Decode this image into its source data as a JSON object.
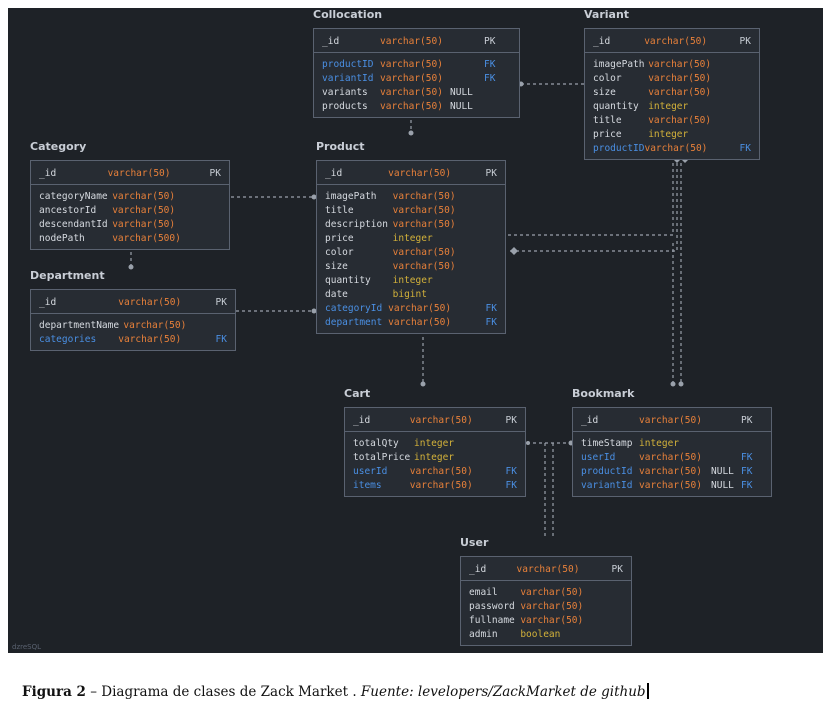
{
  "diagram": {
    "watermark": "dzreSQL",
    "entities": [
      {
        "id": "collocation",
        "name": "Collocation",
        "rows": [
          {
            "name": "_id",
            "type": "varchar(50)",
            "null": "",
            "key": "PK",
            "fk": false,
            "pk": true
          },
          {
            "name": "productID",
            "type": "varchar(50)",
            "null": "",
            "key": "FK",
            "fk": true,
            "pk": false
          },
          {
            "name": "variantId",
            "type": "varchar(50)",
            "null": "",
            "key": "FK",
            "fk": true,
            "pk": false
          },
          {
            "name": "variants",
            "type": "varchar(50)",
            "null": "NULL",
            "key": "",
            "fk": false,
            "pk": false
          },
          {
            "name": "products",
            "type": "varchar(50)",
            "null": "NULL",
            "key": "",
            "fk": false,
            "pk": false
          }
        ]
      },
      {
        "id": "variant",
        "name": "Variant",
        "rows": [
          {
            "name": "_id",
            "type": "varchar(50)",
            "null": "",
            "key": "PK",
            "fk": false,
            "pk": true
          },
          {
            "name": "imagePath",
            "type": "varchar(50)",
            "null": "",
            "key": "",
            "fk": false,
            "pk": false
          },
          {
            "name": "color",
            "type": "varchar(50)",
            "null": "",
            "key": "",
            "fk": false,
            "pk": false
          },
          {
            "name": "size",
            "type": "varchar(50)",
            "null": "",
            "key": "",
            "fk": false,
            "pk": false
          },
          {
            "name": "quantity",
            "type": "integer",
            "null": "",
            "key": "",
            "fk": false,
            "pk": false
          },
          {
            "name": "title",
            "type": "varchar(50)",
            "null": "",
            "key": "",
            "fk": false,
            "pk": false
          },
          {
            "name": "price",
            "type": "integer",
            "null": "",
            "key": "",
            "fk": false,
            "pk": false
          },
          {
            "name": "productID",
            "type": "varchar(50)",
            "null": "",
            "key": "FK",
            "fk": true,
            "pk": false
          }
        ]
      },
      {
        "id": "category",
        "name": "Category",
        "rows": [
          {
            "name": "_id",
            "type": "varchar(50)",
            "null": "",
            "key": "PK",
            "fk": false,
            "pk": true
          },
          {
            "name": "categoryName",
            "type": "varchar(50)",
            "null": "",
            "key": "",
            "fk": false,
            "pk": false
          },
          {
            "name": "ancestorId",
            "type": "varchar(50)",
            "null": "",
            "key": "",
            "fk": false,
            "pk": false
          },
          {
            "name": "descendantId",
            "type": "varchar(50)",
            "null": "",
            "key": "",
            "fk": false,
            "pk": false
          },
          {
            "name": "nodePath",
            "type": "varchar(500)",
            "null": "",
            "key": "",
            "fk": false,
            "pk": false
          }
        ]
      },
      {
        "id": "product",
        "name": "Product",
        "rows": [
          {
            "name": "_id",
            "type": "varchar(50)",
            "null": "",
            "key": "PK",
            "fk": false,
            "pk": true
          },
          {
            "name": "imagePath",
            "type": "varchar(50)",
            "null": "",
            "key": "",
            "fk": false,
            "pk": false
          },
          {
            "name": "title",
            "type": "varchar(50)",
            "null": "",
            "key": "",
            "fk": false,
            "pk": false
          },
          {
            "name": "description",
            "type": "varchar(50)",
            "null": "",
            "key": "",
            "fk": false,
            "pk": false
          },
          {
            "name": "price",
            "type": "integer",
            "null": "",
            "key": "",
            "fk": false,
            "pk": false
          },
          {
            "name": "color",
            "type": "varchar(50)",
            "null": "",
            "key": "",
            "fk": false,
            "pk": false
          },
          {
            "name": "size",
            "type": "varchar(50)",
            "null": "",
            "key": "",
            "fk": false,
            "pk": false
          },
          {
            "name": "quantity",
            "type": "integer",
            "null": "",
            "key": "",
            "fk": false,
            "pk": false
          },
          {
            "name": "date",
            "type": "bigint",
            "null": "",
            "key": "",
            "fk": false,
            "pk": false
          },
          {
            "name": "categoryId",
            "type": "varchar(50)",
            "null": "",
            "key": "FK",
            "fk": true,
            "pk": false
          },
          {
            "name": "department",
            "type": "varchar(50)",
            "null": "",
            "key": "FK",
            "fk": true,
            "pk": false
          }
        ]
      },
      {
        "id": "department",
        "name": "Department",
        "rows": [
          {
            "name": "_id",
            "type": "varchar(50)",
            "null": "",
            "key": "PK",
            "fk": false,
            "pk": true
          },
          {
            "name": "departmentName",
            "type": "varchar(50)",
            "null": "",
            "key": "",
            "fk": false,
            "pk": false
          },
          {
            "name": "categories",
            "type": "varchar(50)",
            "null": "",
            "key": "FK",
            "fk": true,
            "pk": false
          }
        ]
      },
      {
        "id": "cart",
        "name": "Cart",
        "rows": [
          {
            "name": "_id",
            "type": "varchar(50)",
            "null": "",
            "key": "PK",
            "fk": false,
            "pk": true
          },
          {
            "name": "totalQty",
            "type": "integer",
            "null": "",
            "key": "",
            "fk": false,
            "pk": false
          },
          {
            "name": "totalPrice",
            "type": "integer",
            "null": "",
            "key": "",
            "fk": false,
            "pk": false
          },
          {
            "name": "userId",
            "type": "varchar(50)",
            "null": "",
            "key": "FK",
            "fk": true,
            "pk": false
          },
          {
            "name": "items",
            "type": "varchar(50)",
            "null": "",
            "key": "FK",
            "fk": true,
            "pk": false
          }
        ]
      },
      {
        "id": "bookmark",
        "name": "Bookmark",
        "rows": [
          {
            "name": "_id",
            "type": "varchar(50)",
            "null": "",
            "key": "PK",
            "fk": false,
            "pk": true
          },
          {
            "name": "timeStamp",
            "type": "integer",
            "null": "",
            "key": "",
            "fk": false,
            "pk": false
          },
          {
            "name": "userId",
            "type": "varchar(50)",
            "null": "",
            "key": "FK",
            "fk": true,
            "pk": false
          },
          {
            "name": "productId",
            "type": "varchar(50)",
            "null": "NULL",
            "key": "FK",
            "fk": true,
            "pk": false
          },
          {
            "name": "variantId",
            "type": "varchar(50)",
            "null": "NULL",
            "key": "FK",
            "fk": true,
            "pk": false
          }
        ]
      },
      {
        "id": "user",
        "name": "User",
        "rows": [
          {
            "name": "_id",
            "type": "varchar(50)",
            "null": "",
            "key": "PK",
            "fk": false,
            "pk": true
          },
          {
            "name": "email",
            "type": "varchar(50)",
            "null": "",
            "key": "",
            "fk": false,
            "pk": false
          },
          {
            "name": "password",
            "type": "varchar(50)",
            "null": "",
            "key": "",
            "fk": false,
            "pk": false
          },
          {
            "name": "fullname",
            "type": "varchar(50)",
            "null": "",
            "key": "",
            "fk": false,
            "pk": false
          },
          {
            "name": "admin",
            "type": "boolean",
            "null": "",
            "key": "",
            "fk": false,
            "pk": false
          }
        ]
      }
    ]
  },
  "caption": {
    "label": "Figura 2",
    "dash": " – ",
    "text": "Diagrama de clases de Zack Market . ",
    "source": "Fuente: levelopers/ZackMarket de github"
  },
  "colors": {
    "background": "#1e2227",
    "box": "#272c33",
    "border": "#5a6270",
    "type": "#e7803a",
    "type_numeric": "#d2b13a",
    "foreign_key": "#4a8fe3",
    "text": "#d6dae0"
  }
}
